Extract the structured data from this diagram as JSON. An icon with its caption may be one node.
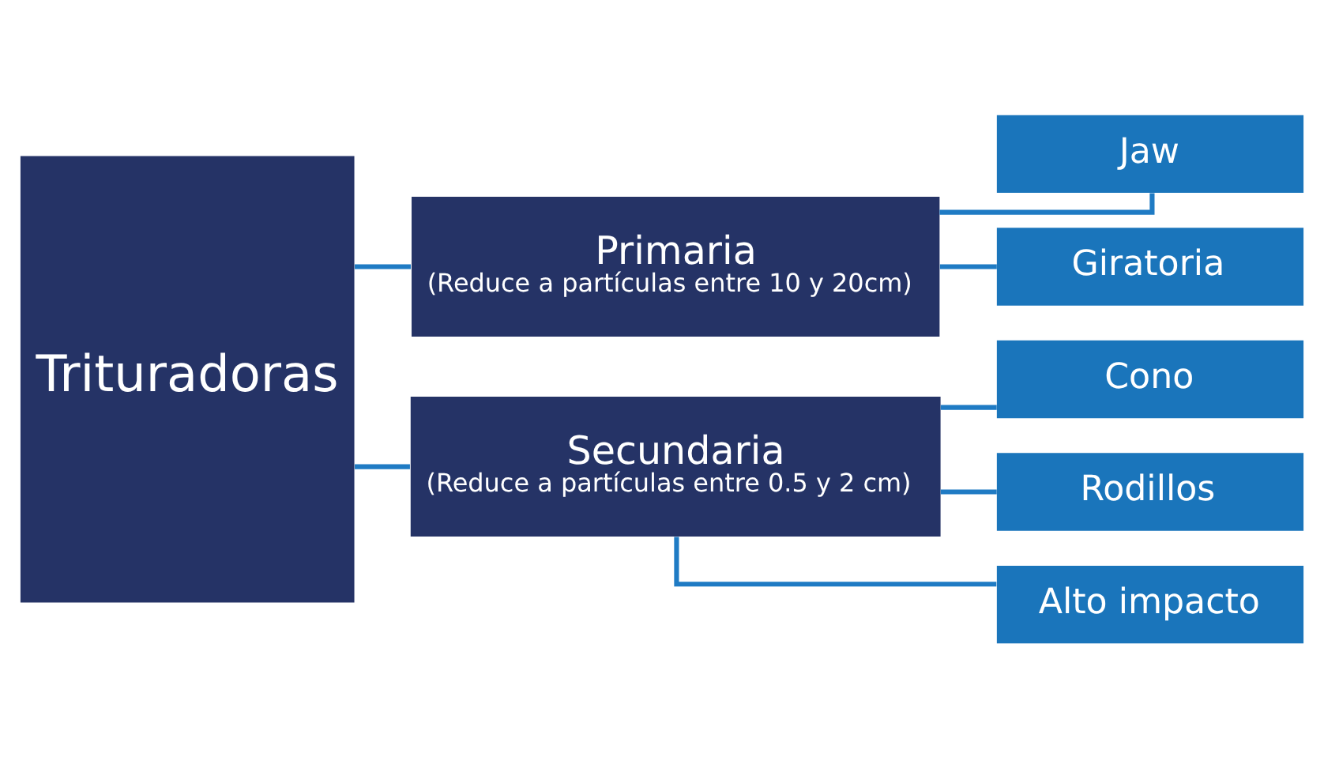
{
  "diagram": {
    "nodes": [
      {
        "text": [
          "Trituradoras"
        ]
      },
      {
        "text": [
          "Primaria",
          "(Reduce a partículas entre 10 y 20cm)"
        ]
      },
      {
        "text": [
          "Secundaria",
          "(Reduce a partículas entre 0.5 y 2 cm)"
        ]
      },
      {
        "text": [
          "Jaw"
        ]
      },
      {
        "text": [
          "Giratoria"
        ]
      },
      {
        "text": [
          "Cono"
        ]
      },
      {
        "text": [
          "Rodillos"
        ]
      },
      {
        "text": [
          "Alto impacto"
        ]
      }
    ],
    "edges": [
      {
        "from": 0,
        "to": 1,
        "arrow": "none"
      },
      {
        "from": 0,
        "to": 2,
        "arrow": "none"
      },
      {
        "from": 1,
        "to": 3,
        "arrow": "none"
      },
      {
        "from": 1,
        "to": 4,
        "arrow": "none"
      },
      {
        "from": 2,
        "to": 5,
        "arrow": "none"
      },
      {
        "from": 2,
        "to": 6,
        "arrow": "none"
      },
      {
        "from": 2,
        "to": 7,
        "arrow": "none"
      }
    ]
  }
}
